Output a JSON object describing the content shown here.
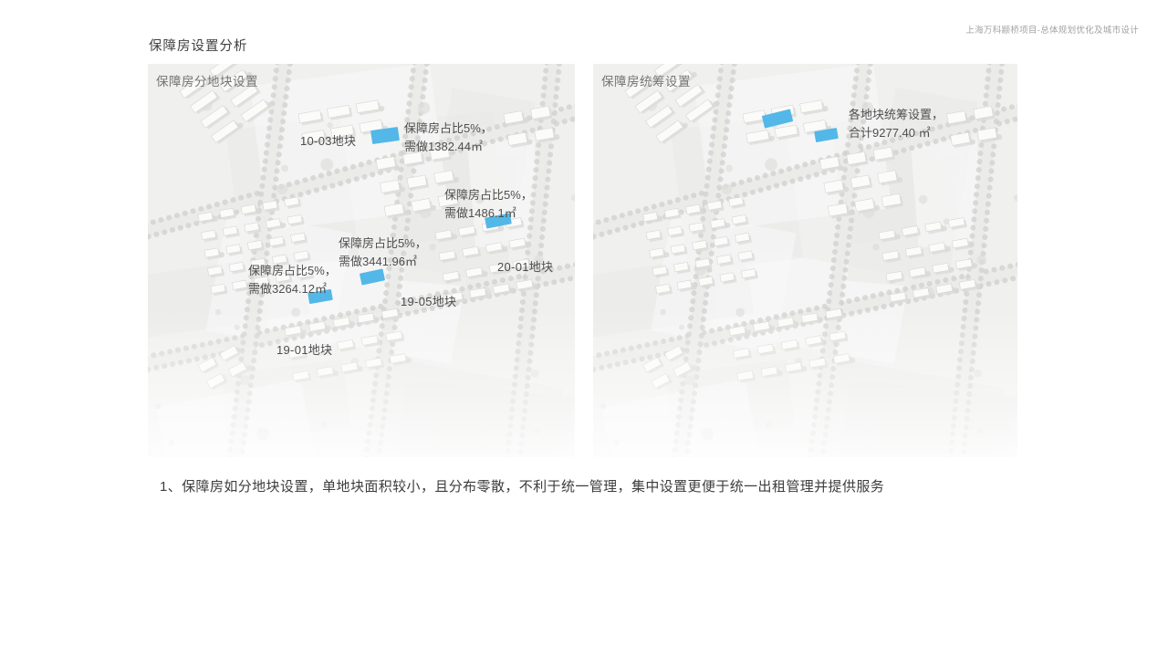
{
  "header": {
    "project_title": "上海万科颛桥项目-总体规划优化及城市设计"
  },
  "title": "保障房设置分析",
  "panels": [
    {
      "label": "保障房分地块设置",
      "parcels": [
        {
          "id": "10-03地块"
        },
        {
          "id": "20-01地块"
        },
        {
          "id": "19-05地块"
        },
        {
          "id": "19-01地块"
        }
      ],
      "notes": [
        {
          "text": "保障房占比5%，\n需做1382.44㎡"
        },
        {
          "text": "保障房占比5%，\n需做1486.1㎡"
        },
        {
          "text": "保障房占比5%，\n需做3441.96㎡"
        },
        {
          "text": "保障房占比5%，\n需做3264.12㎡"
        }
      ]
    },
    {
      "label": "保障房统筹设置",
      "notes": [
        {
          "text": "各地块统筹设置，\n合计9277.40 ㎡"
        }
      ]
    }
  ],
  "footer": {
    "note": "1、保障房如分地块设置，单地块面积较小，且分布零散，不利于统一管理，集中设置更便于统一出租管理并提供服务"
  },
  "colors": {
    "marker_blue": "#53b7e8"
  }
}
